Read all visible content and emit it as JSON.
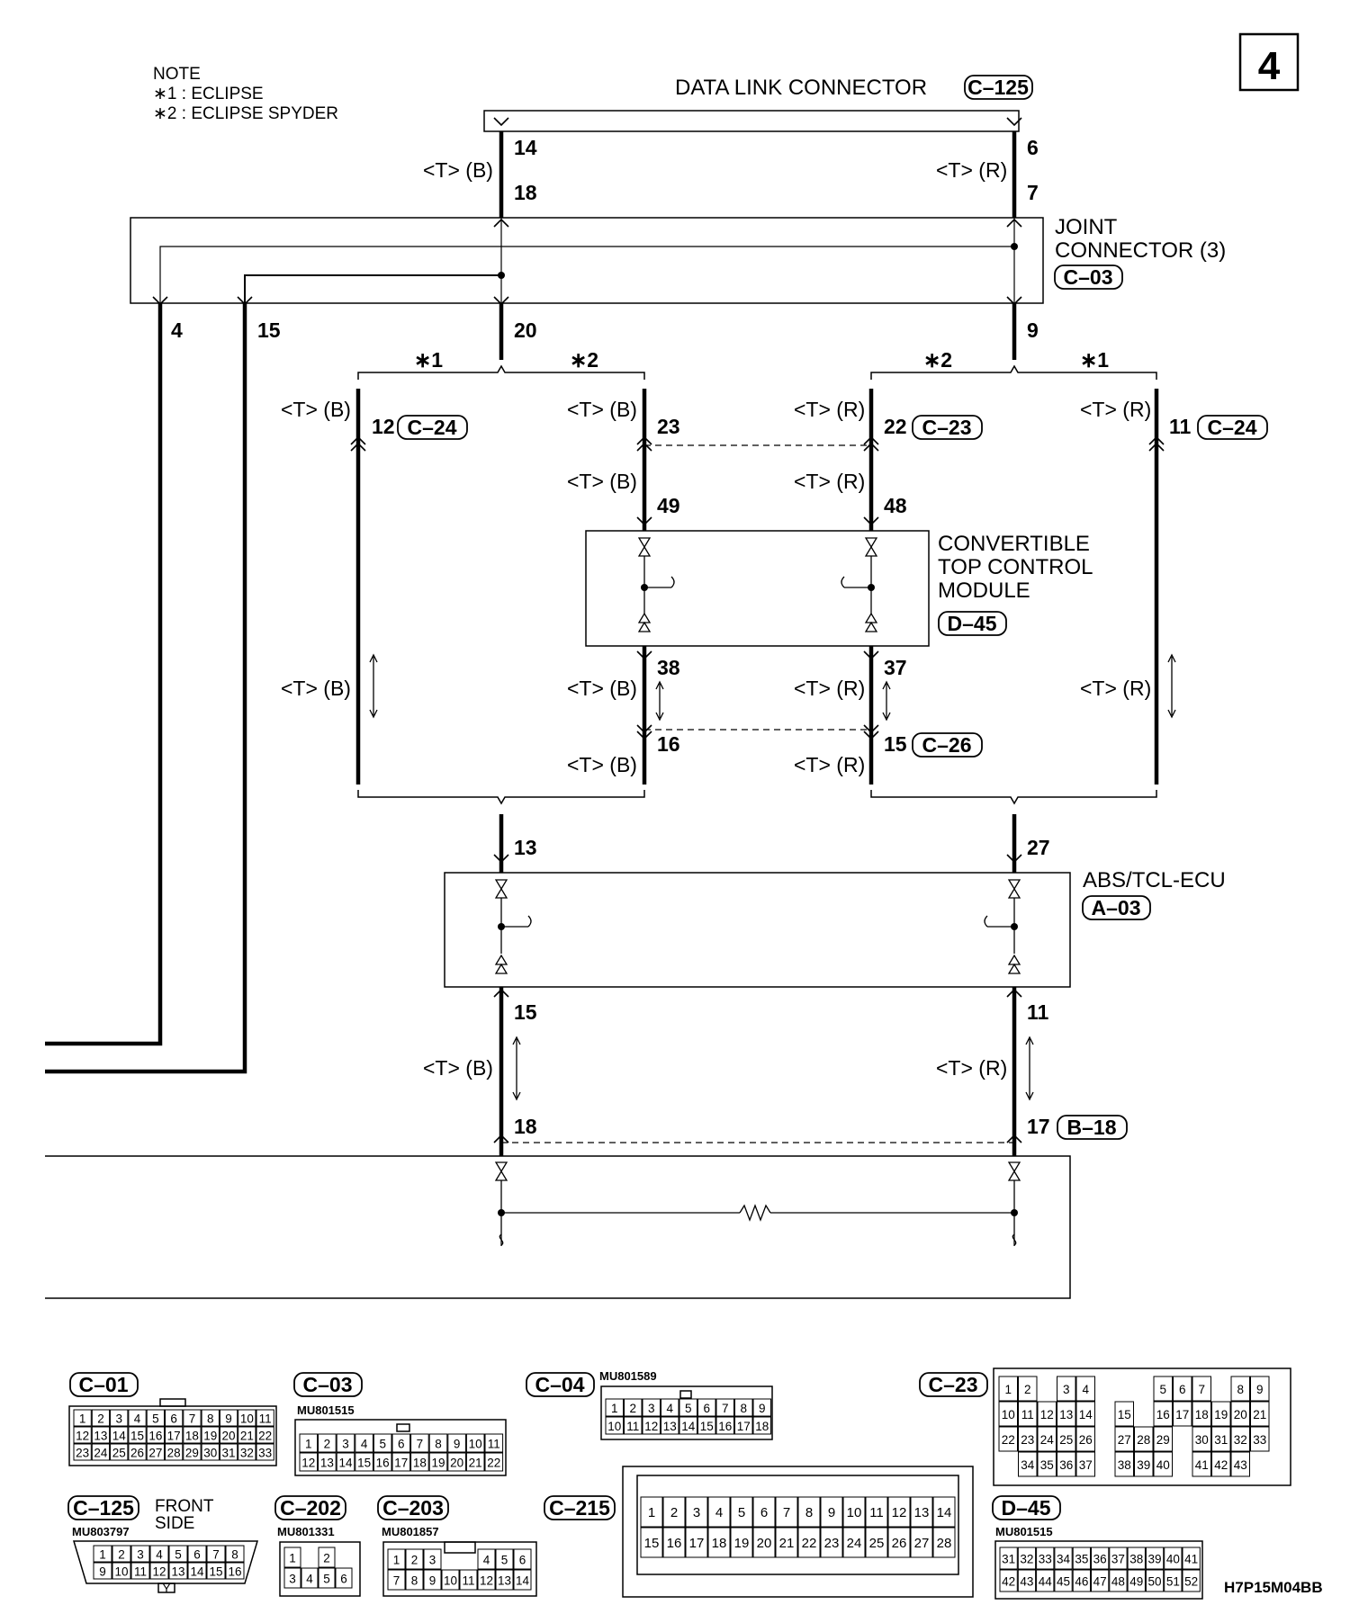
{
  "page_number": "4",
  "note": {
    "title": "NOTE",
    "star1": "∗1 : ECLIPSE",
    "star2": "∗2 : ECLIPSE SPYDER"
  },
  "star1": "∗1",
  "star2": "∗2",
  "data_link_connector": {
    "label": "DATA LINK CONNECTOR",
    "code": "C–125"
  },
  "joint_connector": {
    "label_line1": "JOINT",
    "label_line2": "CONNECTOR (3)",
    "code": "C–03"
  },
  "ctc_module": {
    "line1": "CONVERTIBLE",
    "line2": "TOP CONTROL",
    "line3": "MODULE",
    "code": "D–45"
  },
  "abs_ecu": {
    "label": "ABS/TCL-ECU",
    "code": "A–03"
  },
  "wire_b": "<T> (B)",
  "wire_r": "<T> (R)",
  "codes": {
    "c24": "C–24",
    "c23": "C–23",
    "c26": "C–26",
    "b18": "B–18"
  },
  "pins": {
    "p14": "14",
    "p18": "18",
    "p6": "6",
    "p7": "7",
    "p4": "4",
    "p15": "15",
    "p20": "20",
    "p9": "9",
    "p12": "12",
    "p23": "23",
    "p22": "22",
    "p11": "11",
    "p49": "49",
    "p48": "48",
    "p38": "38",
    "p37": "37",
    "p16": "16",
    "p13": "13",
    "p27": "27"
  },
  "views": {
    "c01": "C–01",
    "c03": "C–03",
    "c04": "C–04",
    "c23": "C–23",
    "c125": "C–125",
    "c202": "C–202",
    "c203": "C–203",
    "c215": "C–215",
    "d45": "D–45"
  },
  "part_numbers": {
    "c03": "MU801515",
    "c04": "MU801589",
    "c125": "MU803797",
    "c202": "MU801331",
    "c203": "MU801857",
    "d45": "MU801515"
  },
  "front_side": {
    "line1": "FRONT",
    "line2": "SIDE"
  },
  "c125_y": "Y",
  "figure_id": "H7P15M04BB",
  "connector_pins": {
    "c01": [
      [
        "1",
        "2",
        "3",
        "4",
        "5",
        "6",
        "7",
        "8",
        "9",
        "10",
        "11"
      ],
      [
        "12",
        "13",
        "14",
        "15",
        "16",
        "17",
        "18",
        "19",
        "20",
        "21",
        "22"
      ],
      [
        "23",
        "24",
        "25",
        "26",
        "27",
        "28",
        "29",
        "30",
        "31",
        "32",
        "33"
      ]
    ],
    "c03": [
      [
        "1",
        "2",
        "3",
        "4",
        "5",
        "6",
        "7",
        "8",
        "9",
        "10",
        "11"
      ],
      [
        "12",
        "13",
        "14",
        "15",
        "16",
        "17",
        "18",
        "19",
        "20",
        "21",
        "22"
      ]
    ],
    "c04": [
      [
        "1",
        "2",
        "3",
        "4",
        "5",
        "6",
        "7",
        "8",
        "9"
      ],
      [
        "10",
        "11",
        "12",
        "13",
        "14",
        "15",
        "16",
        "17",
        "18"
      ]
    ],
    "c125": [
      [
        "1",
        "2",
        "3",
        "4",
        "5",
        "6",
        "7",
        "8"
      ],
      [
        "9",
        "10",
        "11",
        "12",
        "13",
        "14",
        "15",
        "16"
      ]
    ],
    "c202": [
      [
        "1",
        "",
        "2"
      ],
      [
        "3",
        "4",
        "5",
        "6"
      ]
    ],
    "c203": [
      [
        "1",
        "2",
        "3",
        "",
        "",
        "4",
        "5",
        "6"
      ],
      [
        "7",
        "8",
        "9",
        "10",
        "11",
        "12",
        "13",
        "14"
      ]
    ],
    "c215": [
      [
        "1",
        "2",
        "3",
        "4",
        "5",
        "6",
        "7",
        "8",
        "9",
        "10",
        "11",
        "12",
        "13",
        "14"
      ],
      [
        "15",
        "16",
        "17",
        "18",
        "19",
        "20",
        "21",
        "22",
        "23",
        "24",
        "25",
        "26",
        "27",
        "28"
      ]
    ],
    "d45": [
      [
        "31",
        "32",
        "33",
        "34",
        "35",
        "36",
        "37",
        "38",
        "39",
        "40",
        "41"
      ],
      [
        "42",
        "43",
        "44",
        "45",
        "46",
        "47",
        "48",
        "49",
        "50",
        "51",
        "52"
      ]
    ],
    "c23": [
      [
        "1",
        "2",
        "",
        "3",
        "4",
        "",
        "",
        "",
        "5",
        "6",
        "7",
        "",
        "8",
        "9"
      ],
      [
        "10",
        "11",
        "12",
        "13",
        "14",
        "",
        "15",
        "",
        "16",
        "17",
        "18",
        "19",
        "20",
        "21"
      ],
      [
        "22",
        "23",
        "24",
        "25",
        "26",
        "",
        "27",
        "28",
        "29",
        "",
        "30",
        "31",
        "32",
        "33"
      ],
      [
        "",
        "34",
        "35",
        "36",
        "37",
        "",
        "38",
        "39",
        "40",
        "",
        "41",
        "42",
        "43",
        ""
      ]
    ]
  }
}
